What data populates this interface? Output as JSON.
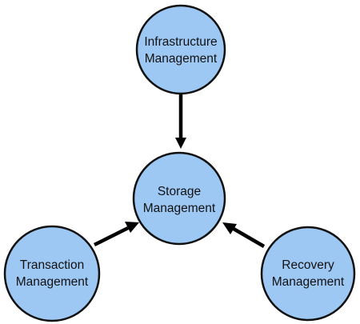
{
  "colors": {
    "node_fill": "#9ec8f4",
    "node_stroke": "#111111",
    "edge": "#000000",
    "text": "#111111",
    "background": "#ffffff"
  },
  "nodes": {
    "infrastructure": {
      "line1": "Infrastructure",
      "line2": "Management"
    },
    "storage": {
      "line1": "Storage",
      "line2": "Management"
    },
    "transaction": {
      "line1": "Transaction",
      "line2": "Management"
    },
    "recovery": {
      "line1": "Recovery",
      "line2": "Management"
    }
  },
  "edges": [
    {
      "from": "infrastructure",
      "to": "storage"
    },
    {
      "from": "transaction",
      "to": "storage"
    },
    {
      "from": "recovery",
      "to": "storage"
    }
  ]
}
